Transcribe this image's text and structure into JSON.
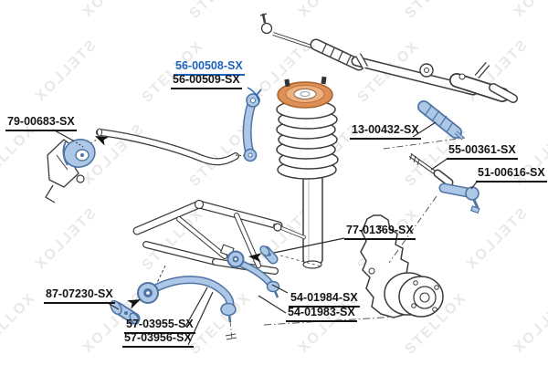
{
  "watermark": {
    "text": "STELLOX",
    "color": "#e9e9e9"
  },
  "diagram": {
    "title": "front-suspension-exploded-diagram",
    "colors": {
      "highlight_label": "#1e62bd",
      "label": "#141414",
      "highlight_fill": "#adc7e6",
      "highlight_stroke": "#4f74a3",
      "line": "#3b3b3b",
      "spring_mount_orange": "#dd9056"
    },
    "labels": [
      {
        "id": "56-00508-sx",
        "text": "56-00508-SX",
        "highlighted": true
      },
      {
        "id": "56-00509-sx",
        "text": "56-00509-SX",
        "highlighted": false
      },
      {
        "id": "79-00683-sx",
        "text": "79-00683-SX",
        "highlighted": false
      },
      {
        "id": "13-00432-sx",
        "text": "13-00432-SX",
        "highlighted": false
      },
      {
        "id": "55-00361-sx",
        "text": "55-00361-SX",
        "highlighted": false
      },
      {
        "id": "51-00616-sx",
        "text": "51-00616-SX",
        "highlighted": false
      },
      {
        "id": "77-01369-sx",
        "text": "77-01369-SX",
        "highlighted": false
      },
      {
        "id": "87-07230-sx",
        "text": "87-07230-SX",
        "highlighted": false
      },
      {
        "id": "57-03955-sx",
        "text": "57-03955-SX",
        "highlighted": false
      },
      {
        "id": "57-03956-sx",
        "text": "57-03956-SX",
        "highlighted": false
      },
      {
        "id": "54-01984-sx",
        "text": "54-01984-SX",
        "highlighted": false
      },
      {
        "id": "54-01983-sx",
        "text": "54-01983-SX",
        "highlighted": false
      }
    ]
  }
}
